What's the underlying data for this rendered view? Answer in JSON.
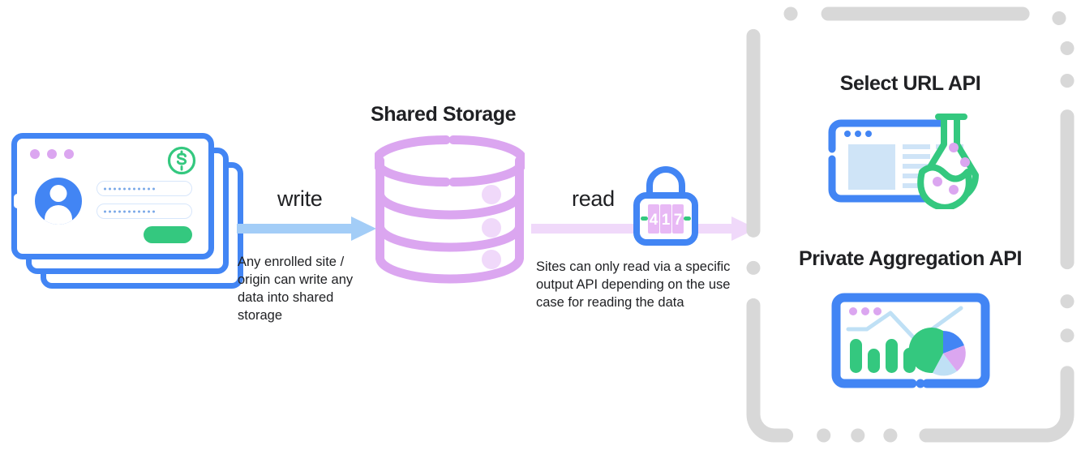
{
  "diagram": {
    "title": "Shared Storage write and read flow",
    "colors": {
      "blue": "#4285f4",
      "light_blue_arrow": "#a3cdf7",
      "purple": "#dba6f0",
      "light_purple_arrow": "#f0d9fa",
      "green": "#34c87f",
      "text": "#202124",
      "dashed_border": "#d8d8d8",
      "pale_blue": "#cfe4f7"
    }
  },
  "source": {
    "name": "stacked-browser-windows",
    "window_dots_count": 3,
    "badge_icon": "dollar-circle-icon",
    "avatar_icon": "user-avatar-icon",
    "password_fields": [
      "•••••••••••",
      "•••••••••••"
    ],
    "submit_button_label": ""
  },
  "write_flow": {
    "label": "write",
    "arrow_icon": "right-arrow-icon",
    "caption": "Any enrolled site / origin can write any data into shared storage"
  },
  "storage": {
    "title": "Shared Storage",
    "icon": "database-cylinder-icon",
    "layers": 3
  },
  "read_flow": {
    "label": "read",
    "arrow_icon": "right-arrow-icon",
    "lock_icon": "combination-lock-icon",
    "lock_digits": [
      "4",
      "1",
      "7"
    ],
    "caption": "Sites can only read via a specific output API depending on the use case for reading the data"
  },
  "output_apis": {
    "panel_style": "dashed-rounded-rectangle",
    "items": [
      {
        "title": "Select URL API",
        "icon": "browser-flask-icon"
      },
      {
        "title": "Private Aggregation API",
        "icon": "browser-charts-icon"
      }
    ]
  }
}
